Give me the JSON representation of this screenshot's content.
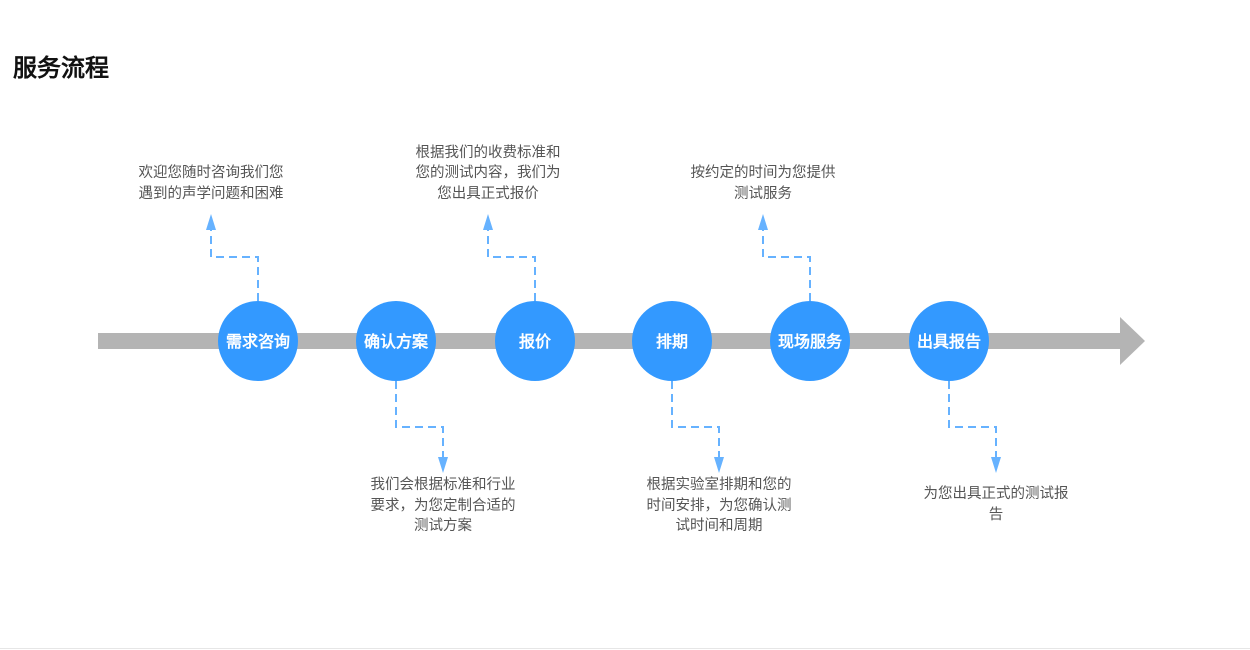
{
  "title": "服务流程",
  "colors": {
    "accent": "#3399ff",
    "connector": "#66b2ff",
    "timeline": "#b4b4b4",
    "text": "#555555"
  },
  "steps": [
    {
      "label": "需求咨询",
      "desc_lines": [
        "欢迎您随时咨询我们您",
        "遇到的声学问题和困难"
      ],
      "direction": "up"
    },
    {
      "label": "确认方案",
      "desc_lines": [
        "我们会根据标准和行业",
        "要求，为您定制合适的",
        "测试方案"
      ],
      "direction": "down"
    },
    {
      "label": "报价",
      "desc_lines": [
        "根据我们的收费标准和",
        "您的测试内容，我们为",
        "您出具正式报价"
      ],
      "direction": "up"
    },
    {
      "label": "排期",
      "desc_lines": [
        "根据实验室排期和您的",
        "时间安排，为您确认测",
        "试时间和周期"
      ],
      "direction": "down"
    },
    {
      "label": "现场服务",
      "desc_lines": [
        "按约定的时间为您提供",
        "测试服务"
      ],
      "direction": "up"
    },
    {
      "label": "出具报告",
      "desc_lines": [
        "为您出具正式的测试报",
        "告"
      ],
      "direction": "down"
    }
  ]
}
